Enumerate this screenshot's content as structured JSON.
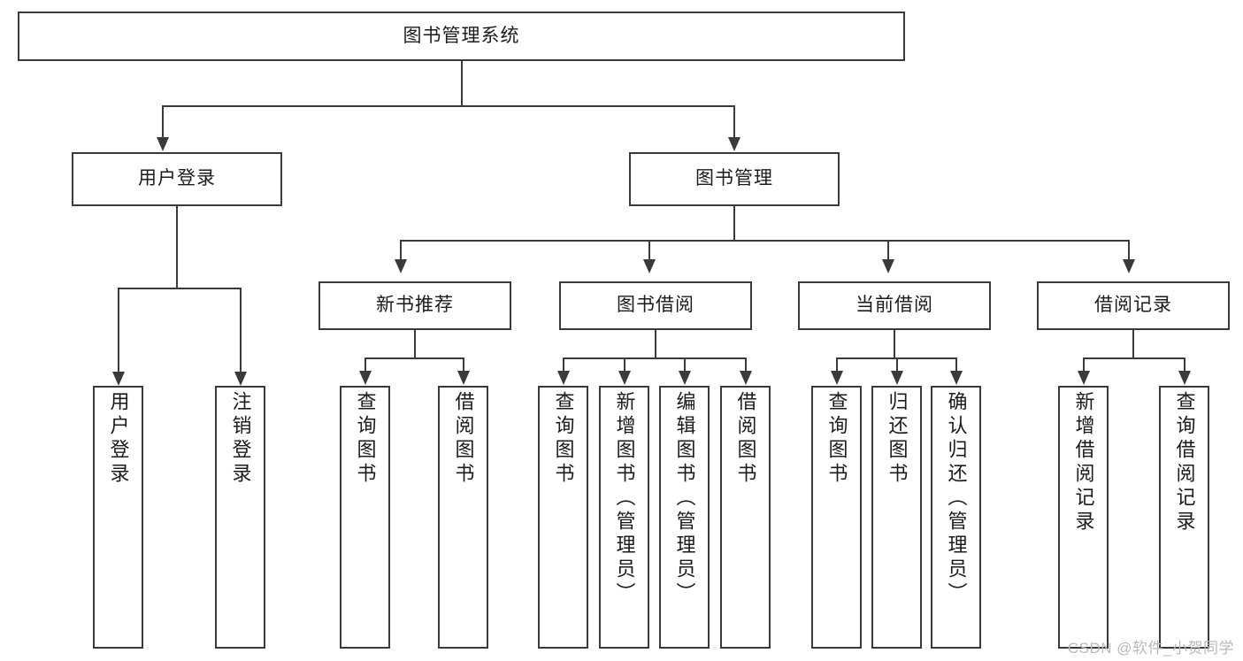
{
  "diagram": {
    "title": "图书管理系统",
    "type": "function-tree",
    "watermark": "CSDN @软件_小贺同学",
    "colors": {
      "stroke": "#3a3a3a",
      "fill": "#ffffff",
      "text": "#1b1b1b",
      "watermark": "#b9b9b9"
    }
  },
  "nodes": {
    "root": {
      "label": "图书管理系统"
    },
    "level2": [
      {
        "id": "user-login",
        "label": "用户登录"
      },
      {
        "id": "book-manage",
        "label": "图书管理"
      }
    ],
    "level3": [
      {
        "id": "new-book-recommend",
        "label": "新书推荐"
      },
      {
        "id": "book-borrow",
        "label": "图书借阅"
      },
      {
        "id": "current-borrow",
        "label": "当前借阅"
      },
      {
        "id": "borrow-record",
        "label": "借阅记录"
      }
    ],
    "leaves": {
      "user-login": [
        {
          "id": "leaf-user-login",
          "label": "用户登录"
        },
        {
          "id": "leaf-user-logout",
          "label": "注销登录"
        }
      ],
      "new-book-recommend": [
        {
          "id": "leaf-query-book-1",
          "label": "查询图书"
        },
        {
          "id": "leaf-borrow-book-1",
          "label": "借阅图书"
        }
      ],
      "book-borrow": [
        {
          "id": "leaf-query-book-2",
          "label": "查询图书"
        },
        {
          "id": "leaf-add-book",
          "label": "新增图书（管理员）"
        },
        {
          "id": "leaf-edit-book",
          "label": "编辑图书（管理员）"
        },
        {
          "id": "leaf-borrow-book-2",
          "label": "借阅图书"
        }
      ],
      "current-borrow": [
        {
          "id": "leaf-query-book-3",
          "label": "查询图书"
        },
        {
          "id": "leaf-return-book",
          "label": "归还图书"
        },
        {
          "id": "leaf-confirm-return",
          "label": "确认归还（管理员）"
        }
      ],
      "borrow-record": [
        {
          "id": "leaf-add-record",
          "label": "新增借阅记录"
        },
        {
          "id": "leaf-query-record",
          "label": "查询借阅记录"
        }
      ]
    }
  }
}
